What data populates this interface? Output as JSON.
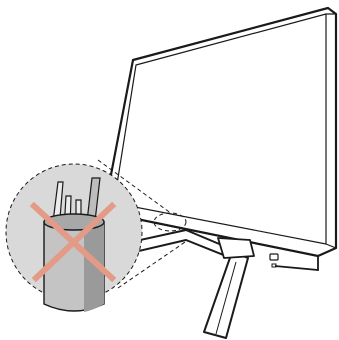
{
  "diagram": {
    "subject": "monitor-with-stand",
    "callout": "pen-holder-not-allowed",
    "prohibition_mark": "x-mark",
    "colors": {
      "outline": "#1a1a1a",
      "screen": "#ffffff",
      "callout_fill": "#d9d9d9",
      "cup_fill": "#c4c4c4",
      "cup_shadow": "#9a9a9a",
      "cross": "#e39a86"
    }
  }
}
